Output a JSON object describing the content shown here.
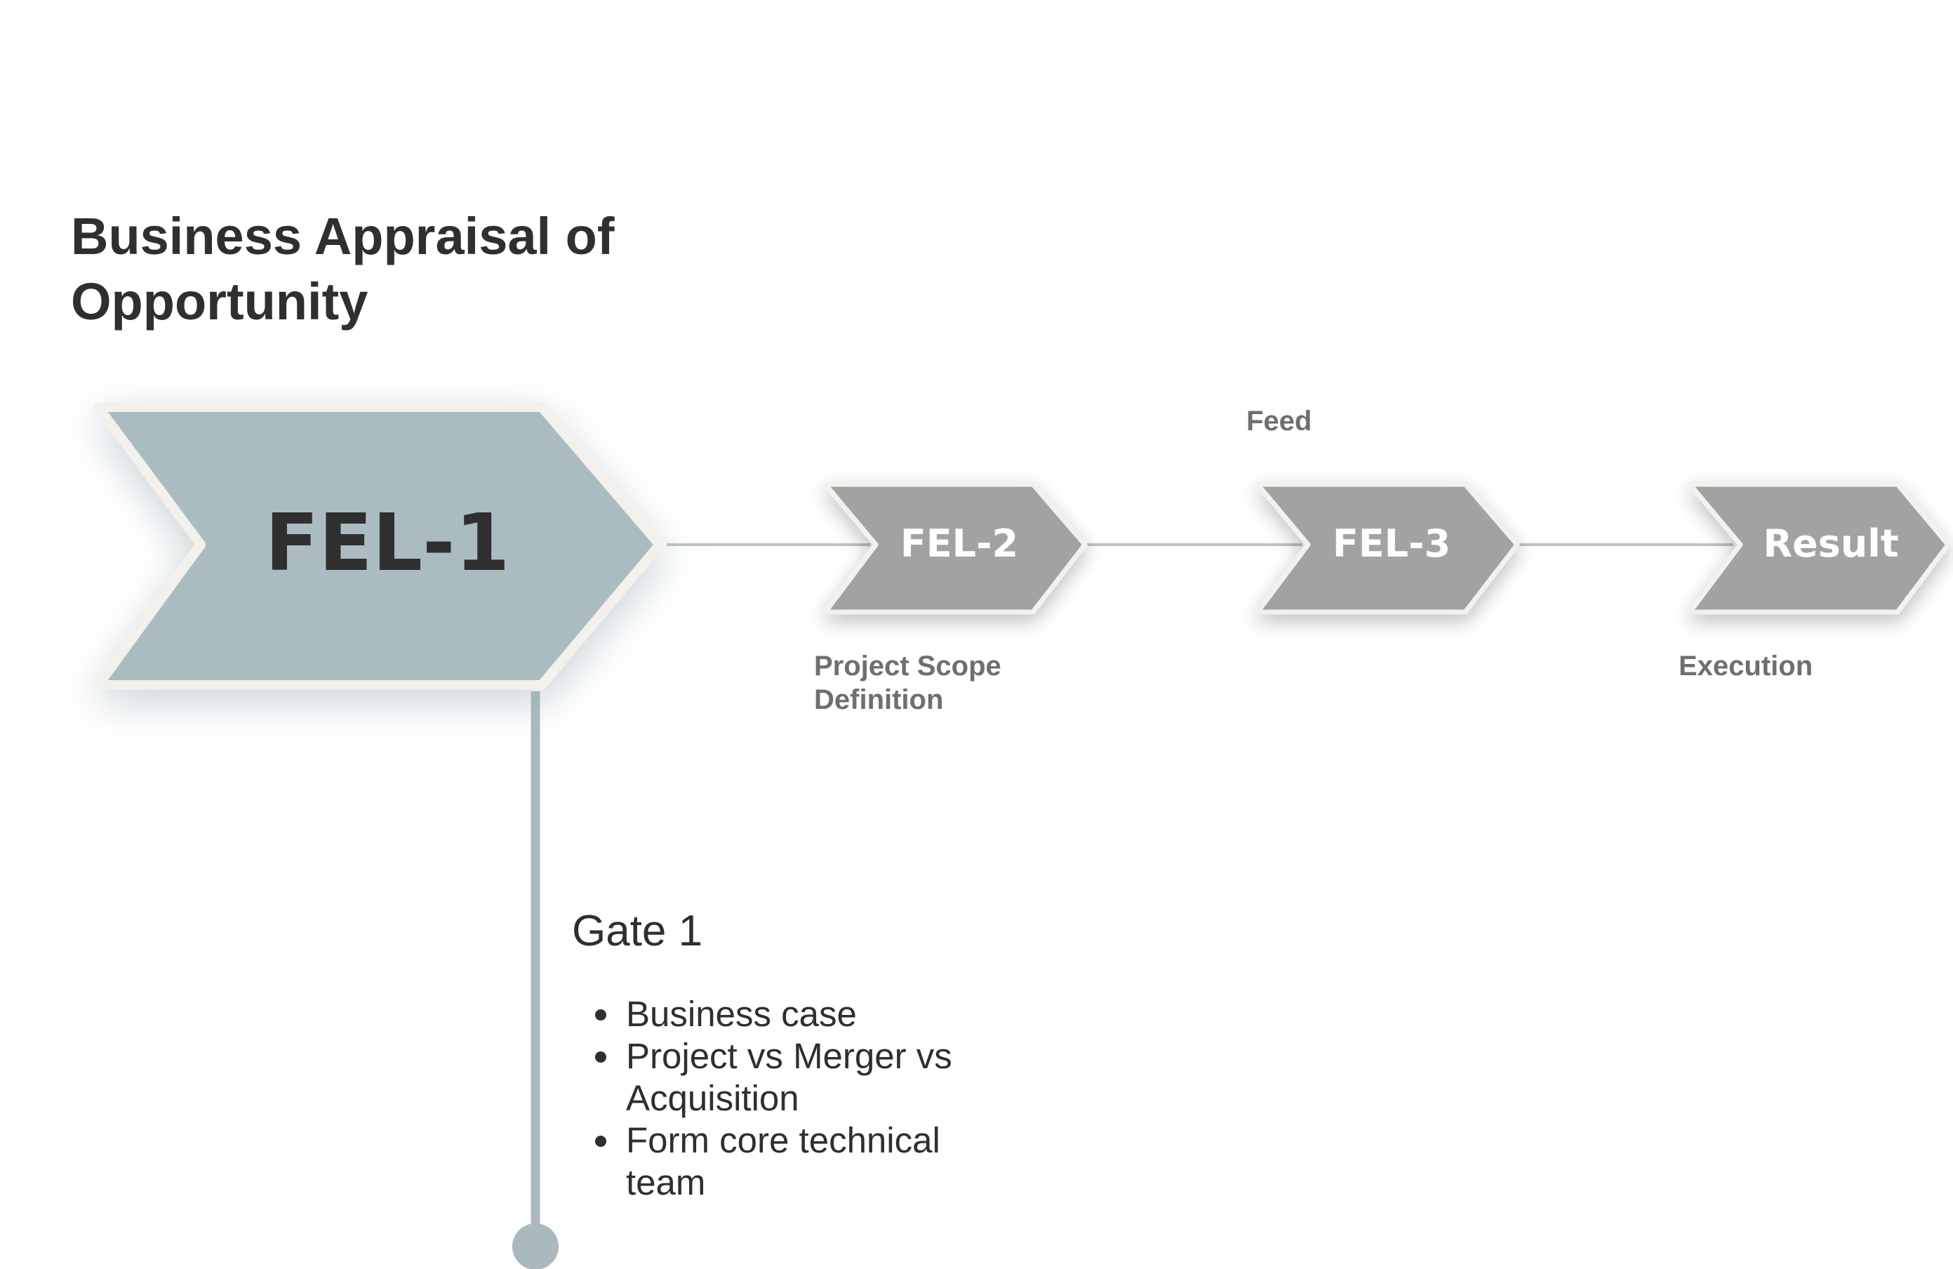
{
  "title": {
    "line1": "Business Appraisal of",
    "line2": "Opportunity"
  },
  "stages": {
    "fel1": {
      "label": "FEL-1",
      "color": "#abbcc1"
    },
    "fel2": {
      "label": "FEL-2",
      "caption_line1": "Project Scope",
      "caption_line2": "Definition",
      "color": "#a2a2a2"
    },
    "fel3": {
      "label": "FEL-3",
      "caption": "Feed",
      "color": "#a2a2a2"
    },
    "result": {
      "label": "Result",
      "caption": "Execution",
      "color": "#a2a2a2"
    }
  },
  "gate": {
    "title": "Gate 1",
    "bullets": [
      {
        "lines": [
          "Business case"
        ]
      },
      {
        "lines": [
          "Project vs Merger vs",
          "Acquisition"
        ]
      },
      {
        "lines": [
          "Form core technical",
          "team"
        ]
      }
    ]
  },
  "colors": {
    "text_dark": "#2f2f2f",
    "caption_gray": "#6f6f6f",
    "connector": "#b8c3c8",
    "gate_line": "#a9b9be",
    "chevron_border": "#f2f1ec"
  }
}
